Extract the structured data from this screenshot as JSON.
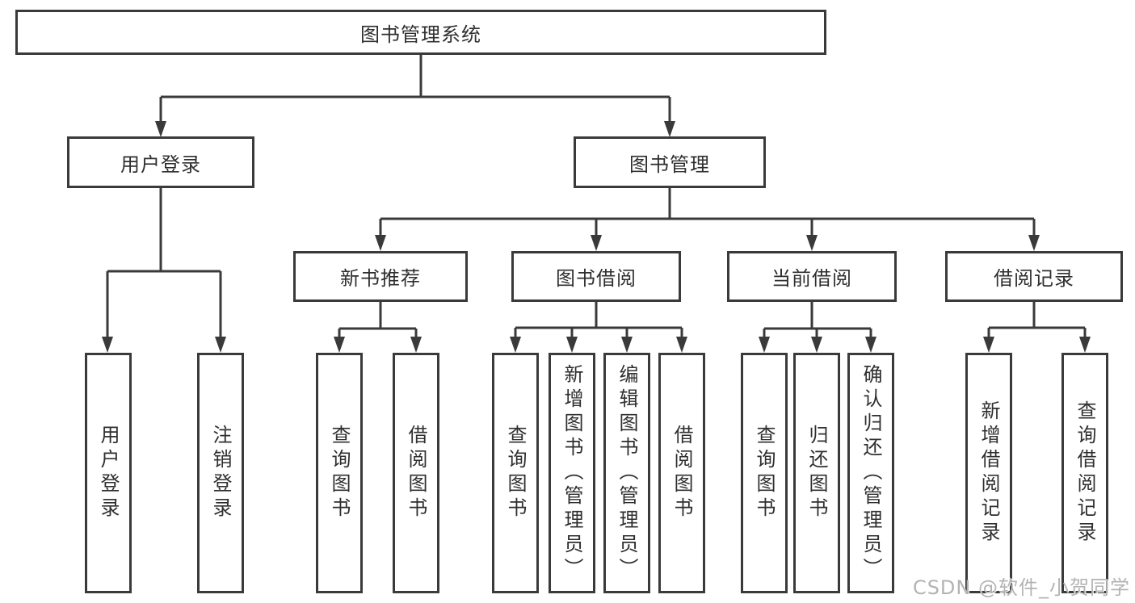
{
  "diagram": {
    "root": {
      "label": "图书管理系统"
    },
    "level2": [
      {
        "label": "用户登录"
      },
      {
        "label": "图书管理"
      }
    ],
    "level3": [
      {
        "label": "新书推荐"
      },
      {
        "label": "图书借阅"
      },
      {
        "label": "当前借阅"
      },
      {
        "label": "借阅记录"
      }
    ],
    "leaves": {
      "user_login": [
        "用户登录",
        "注销登录"
      ],
      "new_books": [
        "查询图书",
        "借阅图书"
      ],
      "book_borrow": [
        "查询图书",
        "新增图书（管理员）",
        "编辑图书（管理员）",
        "借阅图书"
      ],
      "current_borrow": [
        "查询图书",
        "归还图书",
        "确认归还（管理员）"
      ],
      "borrow_records": [
        "新增借阅记录",
        "查询借阅记录"
      ]
    }
  },
  "watermark": {
    "text": "CSDN @软件_小贺同学",
    "color": "#b3b3b3"
  },
  "colors": {
    "line": "#3a3a3a",
    "box_border": "#3a3a3a",
    "text": "#2f2f2f",
    "background": "#ffffff"
  }
}
